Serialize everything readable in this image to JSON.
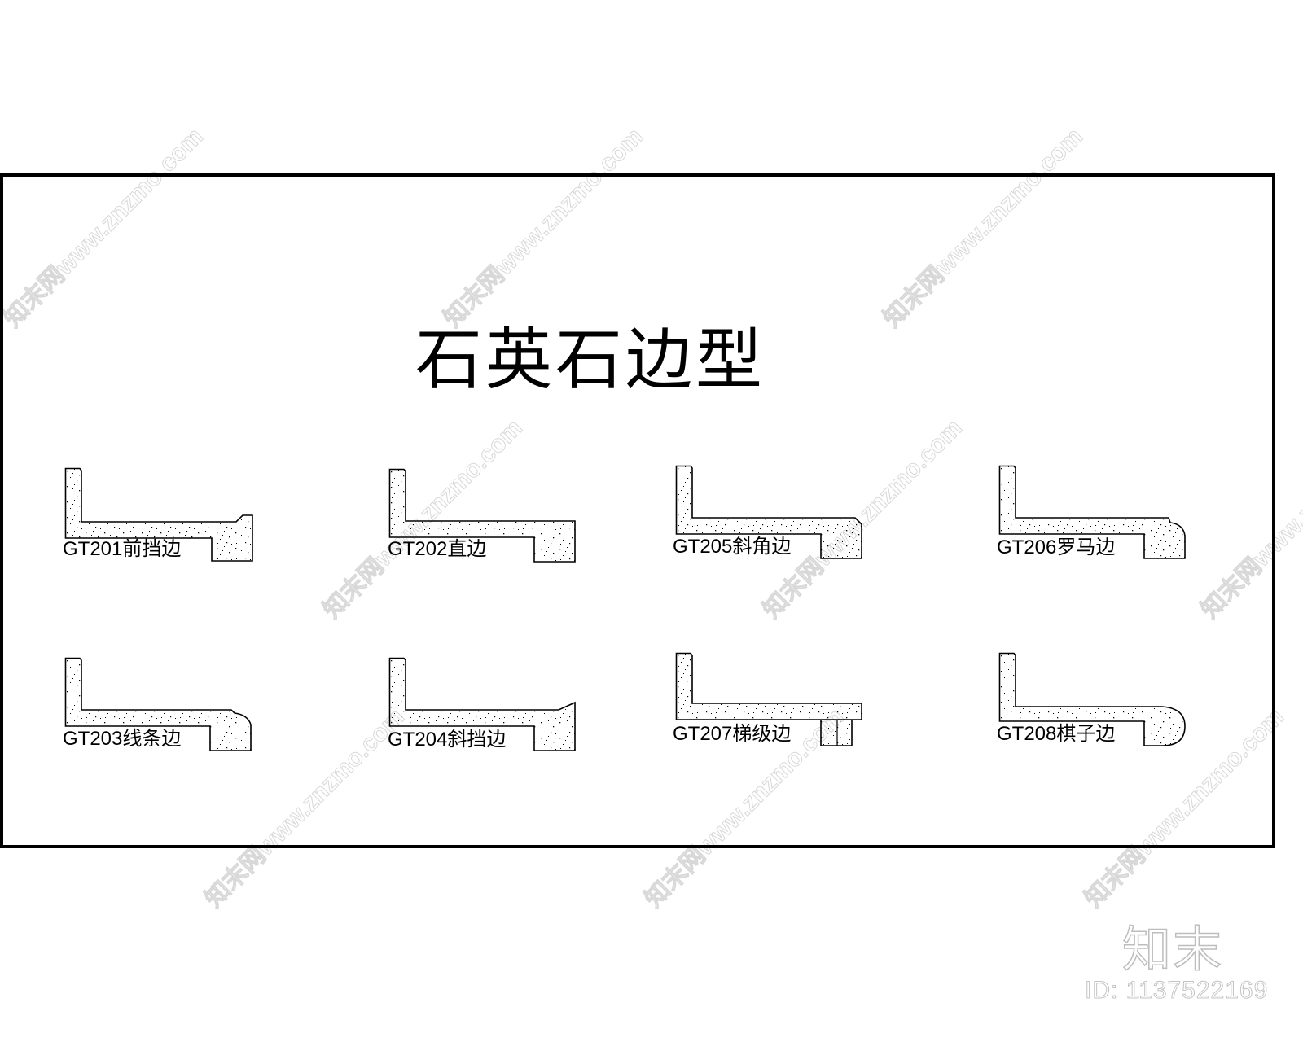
{
  "title": "石英石边型",
  "watermark_text": "知末网www.znzmo.com",
  "brand": {
    "name": "知末",
    "id_text": "ID: 1137522169"
  },
  "colors": {
    "line": "#000000",
    "fill": "#ffffff",
    "speckle": "#000000",
    "watermark": "#d8d8d8"
  },
  "profiles": [
    {
      "code": "GT201",
      "name": "前挡边",
      "label": "GT201前挡边",
      "edge": "raised-lip"
    },
    {
      "code": "GT202",
      "name": "直边",
      "label": "GT202直边",
      "edge": "straight"
    },
    {
      "code": "GT205",
      "name": "斜角边",
      "label": "GT205斜角边",
      "edge": "bevel"
    },
    {
      "code": "GT206",
      "name": "罗马边",
      "label": "GT206罗马边",
      "edge": "ogee"
    },
    {
      "code": "GT203",
      "name": "线条边",
      "label": "GT203线条边",
      "edge": "rounded-step"
    },
    {
      "code": "GT204",
      "name": "斜挡边",
      "label": "GT204斜挡边",
      "edge": "sloped-lip"
    },
    {
      "code": "GT207",
      "name": "梯级边",
      "label": "GT207梯级边",
      "edge": "stepped"
    },
    {
      "code": "GT208",
      "name": "棋子边",
      "label": "GT208棋子边",
      "edge": "bullnose"
    }
  ]
}
